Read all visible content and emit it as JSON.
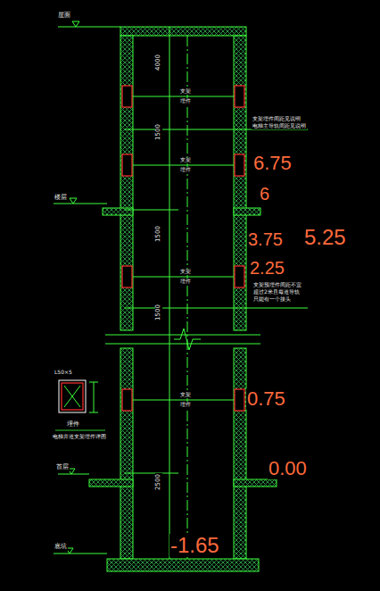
{
  "diagram": {
    "labels": [
      "屋面",
      "4000",
      "支架",
      "埋件",
      "1500",
      "支架埋件间距见说明",
      "电梯主导轨间距见说明",
      "6.75",
      "支架",
      "埋件",
      "6",
      "楼层",
      "1500",
      "3.75",
      "5.25",
      "2.25",
      "支架",
      "埋件",
      "支架预埋件间距不宜",
      "超过2米且每道导轨",
      "只能有一个接头",
      "1500",
      "L50×5",
      "支架",
      "埋件",
      "0.75",
      "埋件",
      "电梯井道支架埋件详图",
      "2500",
      "首层",
      "0.00",
      "底坑",
      "-1.65"
    ]
  }
}
